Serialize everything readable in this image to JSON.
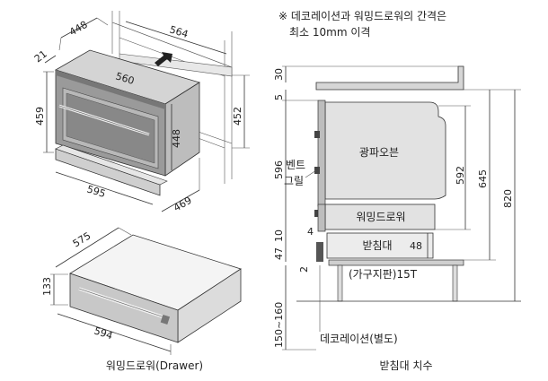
{
  "note": {
    "line1": "※ 데코레이션과 워밍드로워의 간격은",
    "line2": "최소 10mm 이격"
  },
  "oven_dims": {
    "d448": "448",
    "d564": "564",
    "d21": "21",
    "d560": "560",
    "d459": "459",
    "d448b": "448",
    "d452": "452",
    "d595": "595",
    "d469": "469"
  },
  "drawer_dims": {
    "d575": "575",
    "d133": "133",
    "d594": "594"
  },
  "side_dims": {
    "d30": "30",
    "d5": "5",
    "d596": "596",
    "d592": "592",
    "d645": "645",
    "d820": "820",
    "d10": "10",
    "d4": "4",
    "d47": "47",
    "d48": "48",
    "d2": "2",
    "d150_160": "150~160"
  },
  "labels": {
    "oven": "광파오븐",
    "vent_line1": "벤트",
    "vent_line2": "그릴",
    "warming_drawer": "워밍드로워",
    "stand": "받침대",
    "furniture_panel": "(가구지판)15T",
    "decoration": "데코레이션(별도)"
  },
  "captions": {
    "drawer": "워밍드로워(Drawer)",
    "stand_dims": "받침대 치수"
  }
}
